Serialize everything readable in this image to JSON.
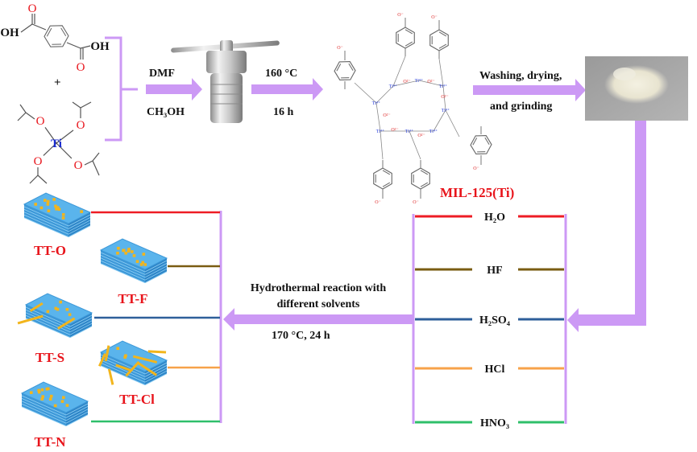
{
  "reactants": {
    "terephthalic_acid_atoms": [
      "OH",
      "O",
      "OH",
      "O"
    ],
    "plus": "+",
    "ti_precursor_atoms": [
      "Ti",
      "O",
      "O",
      "O",
      "O"
    ]
  },
  "step1": {
    "solvent_top": "DMF",
    "solvent_bottom": "CH₃OH"
  },
  "step2": {
    "temperature": "160 °C",
    "time": "16 h"
  },
  "mof": {
    "name": "MIL-125(Ti)",
    "ti_label": "Ti⁴⁺",
    "oxo_label": "O²⁻",
    "carboxylate_label": "O⁻"
  },
  "step3": {
    "line1": "Washing, drying,",
    "line2": "and grinding"
  },
  "solvents": [
    {
      "label": "H₂O",
      "color": "#ee1c24"
    },
    {
      "label": "HF",
      "color": "#7a5c12"
    },
    {
      "label": "H₂SO₄",
      "color": "#2e5f9a"
    },
    {
      "label": "HCl",
      "color": "#f7a24a"
    },
    {
      "label": "HNO₃",
      "color": "#2fbf6a"
    }
  ],
  "step4": {
    "line1": "Hydrothermal reaction with",
    "line2": "different solvents",
    "conditions": "170 °C,  24 h"
  },
  "products": [
    {
      "label": "TT-O",
      "color": "#ee1c24",
      "morphology": "particles"
    },
    {
      "label": "TT-F",
      "color": "#7a5c12",
      "morphology": "particles"
    },
    {
      "label": "TT-S",
      "color": "#2e5f9a",
      "morphology": "particles-and-rods"
    },
    {
      "label": "TT-Cl",
      "color": "#f7a24a",
      "morphology": "rods"
    },
    {
      "label": "TT-N",
      "color": "#2fbf6a",
      "morphology": "particles"
    }
  ],
  "colors": {
    "arrow": "#cc99f5",
    "product_label": "#e8141b",
    "sheet": "#4aa8e8",
    "particle": "#f2b51c"
  }
}
